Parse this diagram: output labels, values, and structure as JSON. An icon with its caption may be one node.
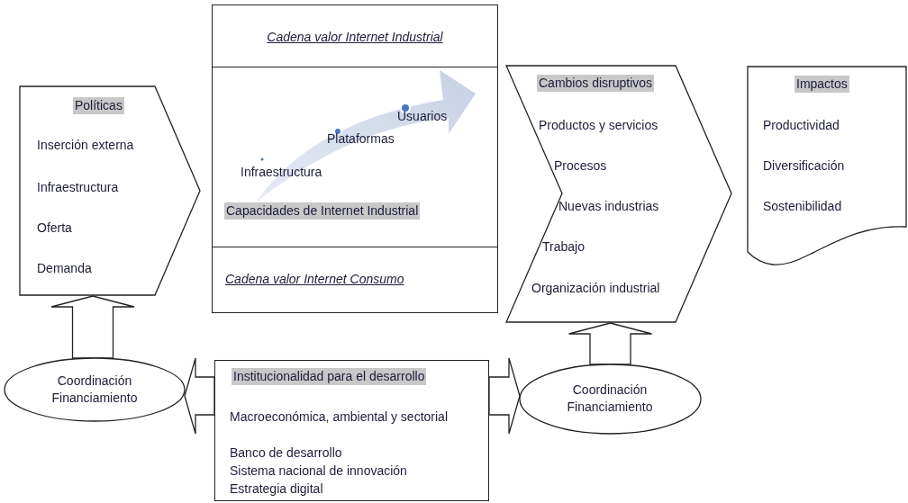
{
  "diagram": {
    "nodes": [
      {
        "text": [
          "Políticas",
          "Inserción externa",
          "Infraestructura",
          "Oferta",
          "Demanda"
        ]
      },
      {
        "text": [
          "Cadena valor Internet Industrial"
        ]
      },
      {
        "text": [
          "Usuarios",
          "Plataformas",
          "Infraestructura",
          "Capacidades de Internet Industrial"
        ]
      },
      {
        "text": [
          "Cadena valor Internet Consumo"
        ]
      },
      {
        "text": [
          "Cambios disruptivos",
          "Productos  y servicios",
          "Procesos",
          "Nuevas industrias",
          "Trabajo",
          "Organización industrial"
        ]
      },
      {
        "text": [
          "Impactos",
          "Productividad",
          "Diversificación",
          "Sostenibilidad"
        ]
      },
      {
        "text": [
          "Coordinación Financiamiento"
        ]
      },
      {
        "text": [
          "Institucionalidad para el desarrollo",
          "Macroeconómica, ambiental y sectorial",
          "Banco de desarrollo",
          "Sistema nacional de innovación",
          "Estrategia digital"
        ]
      },
      {
        "text": [
          "Coordinación Financiamiento"
        ]
      }
    ],
    "edges": [
      {
        "from": 6,
        "to": 0,
        "arrow": "to"
      },
      {
        "from": 7,
        "to": 6,
        "arrow": "to"
      },
      {
        "from": 7,
        "to": 8,
        "arrow": "to"
      },
      {
        "from": 8,
        "to": 4,
        "arrow": "to"
      }
    ]
  }
}
